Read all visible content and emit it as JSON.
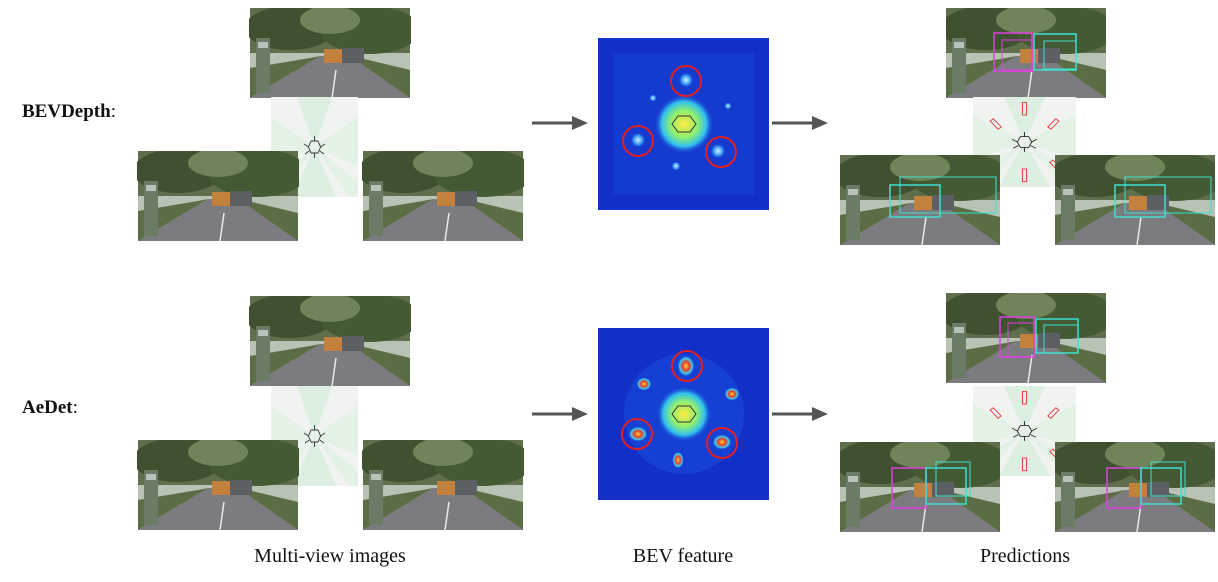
{
  "rows": [
    {
      "label": "BEVDepth",
      "separator": ":"
    },
    {
      "label": "AeDet",
      "separator": ":"
    }
  ],
  "captions": {
    "multi_view": "Multi-view images",
    "bev_feature": "BEV feature",
    "predictions": "Predictions"
  },
  "colors": {
    "bev_background": "#1230c8",
    "highlight_circle": "#e02020",
    "box_magenta": "#e040e0",
    "box_cyan": "#40e0d0",
    "arrow": "#555555"
  }
}
